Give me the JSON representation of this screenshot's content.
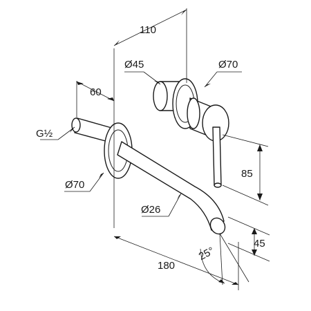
{
  "dimensions": {
    "width_top": "110",
    "mixer_diameter": "Ø45",
    "flange_diameter_right": "Ø70",
    "depth": "60",
    "thread": "G½",
    "flange_diameter_left": "Ø70",
    "lever_height": "85",
    "spout_diameter": "Ø26",
    "spout_height": "45",
    "spout_angle": "25°",
    "spout_length": "180"
  }
}
